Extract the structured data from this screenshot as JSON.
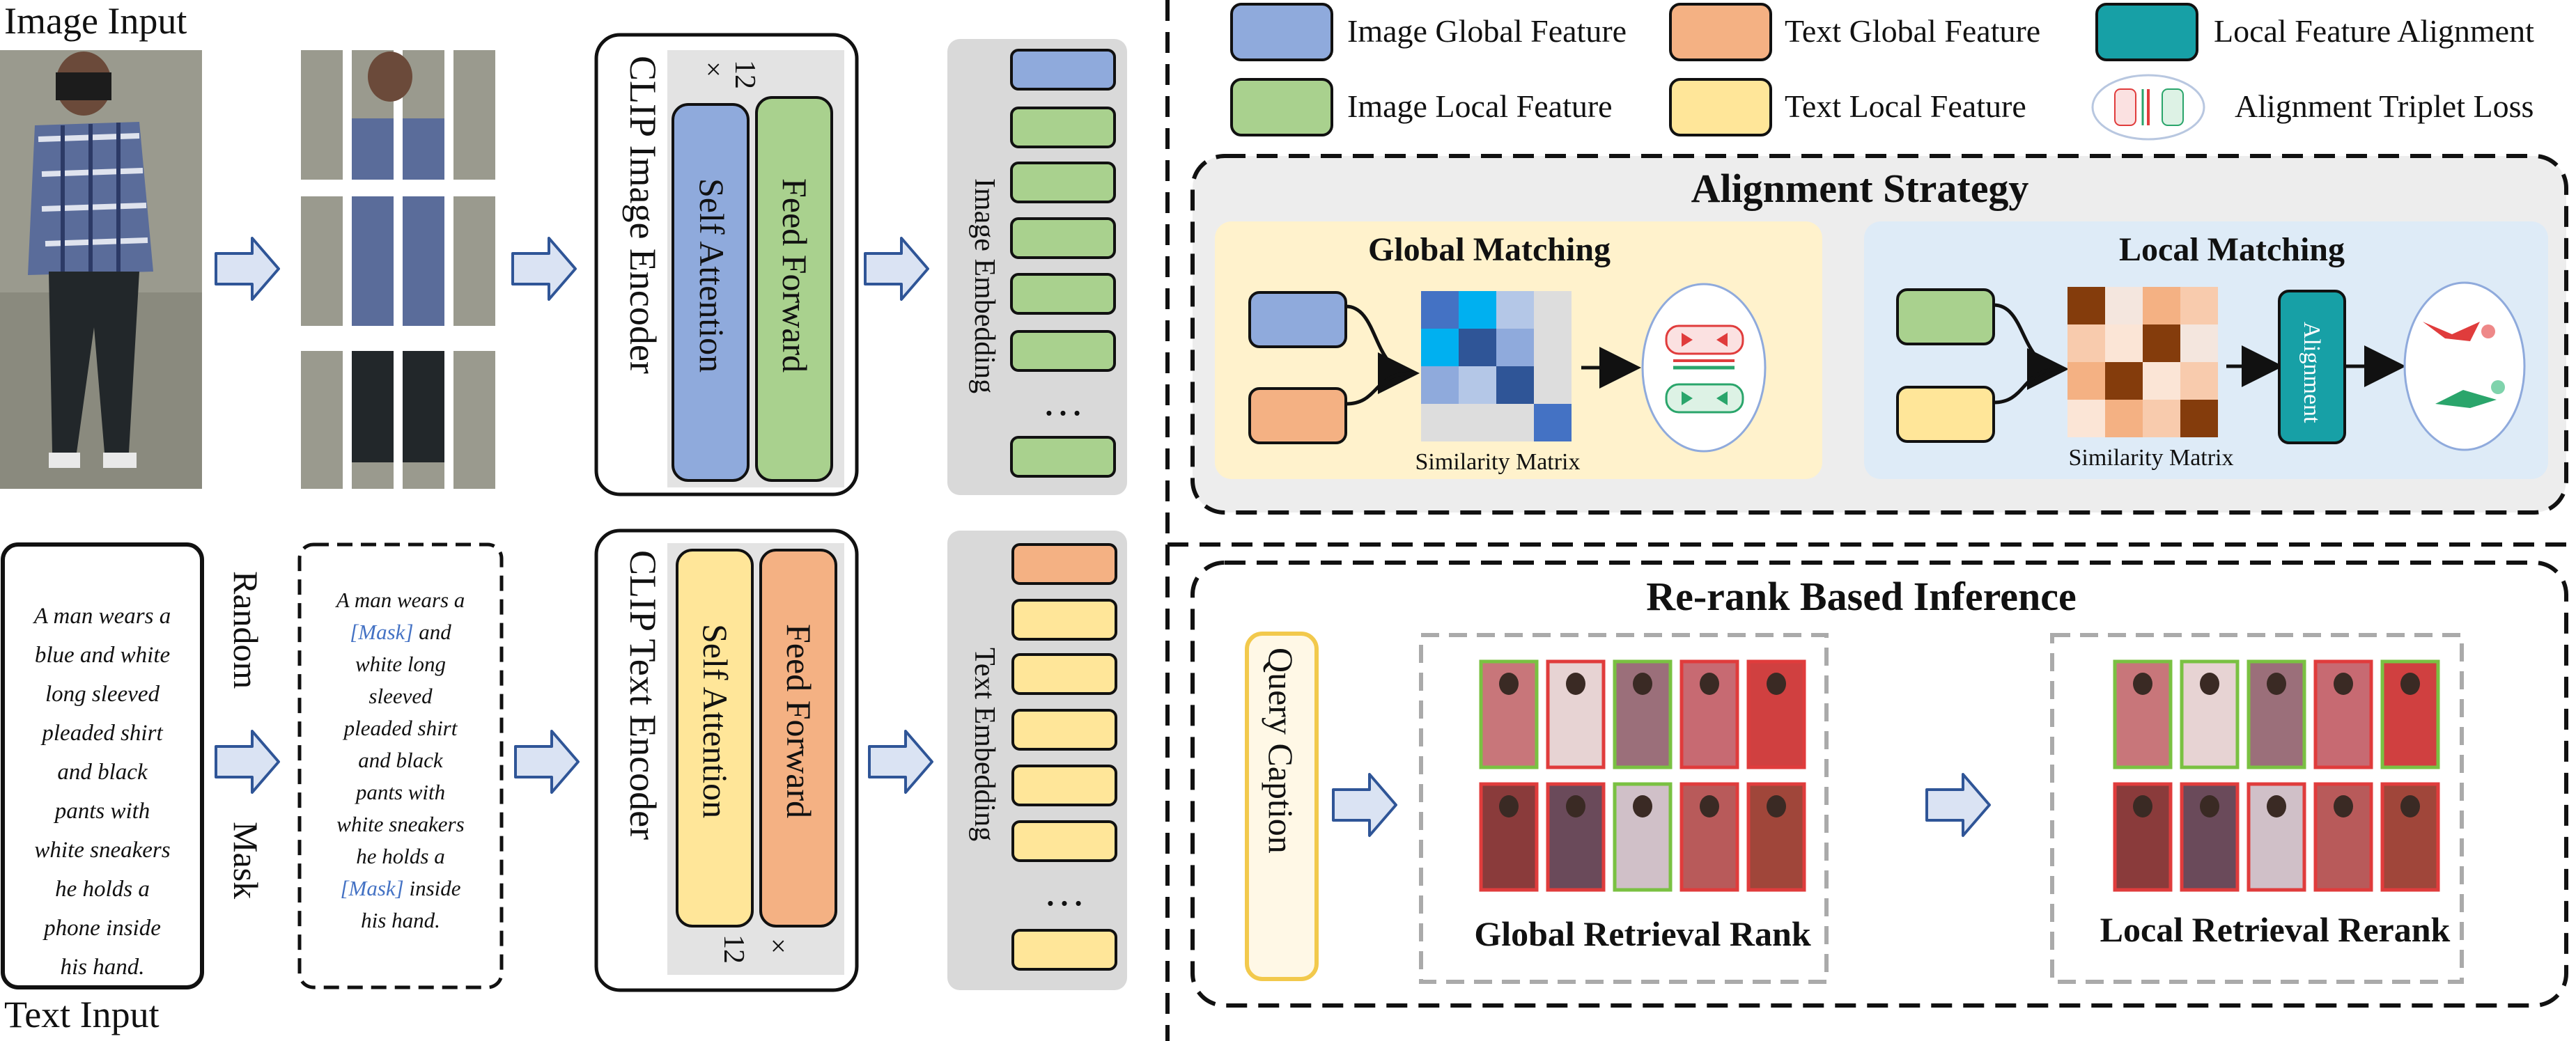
{
  "image_input": {
    "title": "Image Input"
  },
  "text_input": {
    "title": "Text Input",
    "caption_lines": [
      "A man wears a",
      "blue and white",
      "long sleeved",
      "pleaded shirt",
      "and black",
      "pants with",
      "white sneakers",
      "he holds a",
      "phone inside",
      "his hand."
    ]
  },
  "random_mask": {
    "label_top": "Random",
    "label_bottom": "Mask"
  },
  "masked_text": {
    "line1": "A man wears a",
    "line2_mask": "[Mask]",
    "line2_rest": " and",
    "line3": "white long",
    "line4": "sleeved",
    "line5": "pleaded shirt",
    "line6": "and black",
    "line7": "pants with",
    "line8": "white sneakers",
    "line9": "he holds a",
    "line10_mask": "[Mask]",
    "line10_rest": " inside",
    "line11": "his hand."
  },
  "image_encoder": {
    "title": "CLIP Image Encoder",
    "block1": "Self Attention",
    "block2": "Feed Forward",
    "repeat": "12",
    "times": "×"
  },
  "text_encoder": {
    "title": "CLIP Text Encoder",
    "block1": "Self Attention",
    "block2": "Feed Forward",
    "repeat": "12",
    "times": "×"
  },
  "image_embedding": {
    "label": "Image Embedding",
    "ellipsis": "…"
  },
  "text_embedding": {
    "label": "Text Embedding",
    "ellipsis": "…"
  },
  "legend": {
    "image_global": "Image Global Feature",
    "text_global": "Text Global Feature",
    "local_alignment": "Local Feature Alignment",
    "image_local": "Image Local Feature",
    "text_local": "Text Local Feature",
    "triplet_loss": "Alignment Triplet Loss"
  },
  "alignment_strategy": {
    "title": "Alignment Strategy",
    "global_title": "Global Matching",
    "local_title": "Local Matching",
    "similarity_global": "Similarity Matrix",
    "similarity_local": "Similarity Matrix",
    "alignment_label": "Alignment"
  },
  "rerank": {
    "title": "Re-rank Based Inference",
    "query_caption": "Query Caption",
    "global_rank": "Global Retrieval Rank",
    "local_rerank": "Local Retrieval Rerank"
  },
  "colors": {
    "image_global": "#8faadc",
    "image_local": "#a9d18e",
    "text_global": "#f4b183",
    "text_local": "#ffe699",
    "local_alignment": "#17a0a6",
    "arrow_fill": "#dae3f3",
    "arrow_stroke": "#2f5597",
    "mask_text": "#4472c4",
    "global_bg": "#fff2cc",
    "local_bg": "#deebf7",
    "panel_bg": "#ededed",
    "match_green": "#7ac142",
    "match_red": "#e03c3c"
  }
}
